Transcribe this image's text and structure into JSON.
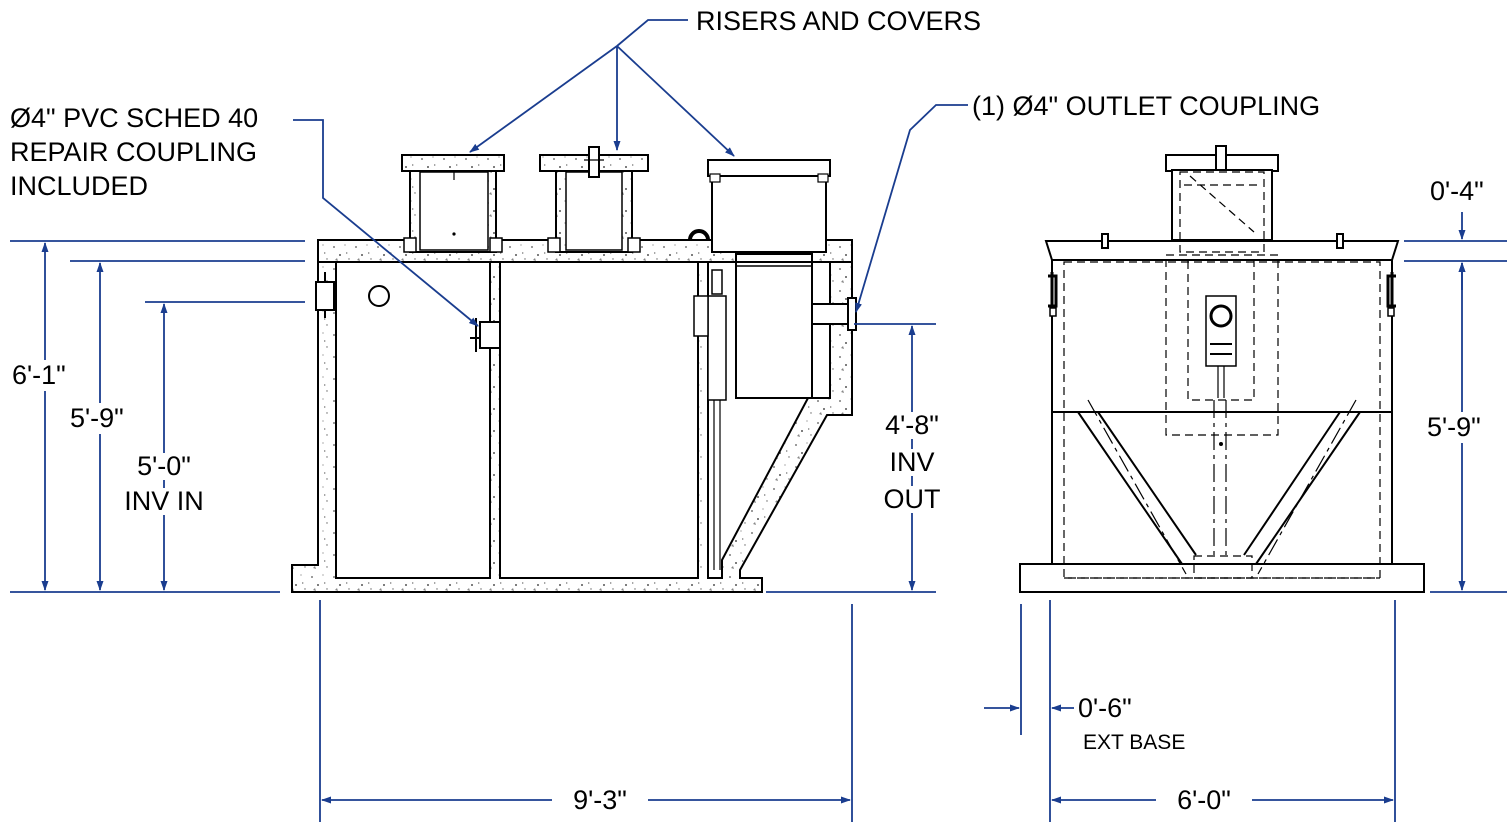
{
  "labels": {
    "risers_and_covers": "RISERS AND COVERS",
    "repair_coupling_line1": "Ø4\" PVC SCHED 40",
    "repair_coupling_line2": "REPAIR COUPLING",
    "repair_coupling_line3": "INCLUDED",
    "outlet_coupling": "(1) Ø4\" OUTLET COUPLING"
  },
  "side_view": {
    "overall_height": "6'-1\"",
    "inside_height": "5'-9\"",
    "inv_in_value": "5'-0\"",
    "inv_in_label": "INV IN",
    "inv_out_value": "4'-8\"",
    "inv_out_label1": "INV",
    "inv_out_label2": "OUT",
    "length": "9'-3\""
  },
  "end_view": {
    "top_thickness": "0'-4\"",
    "height": "5'-9\"",
    "ext_base_value": "0'-6\"",
    "ext_base_label": "EXT BASE",
    "width": "6'-0\""
  },
  "colors": {
    "dimension_lines": "#1a3d8f",
    "linework": "#000000"
  }
}
